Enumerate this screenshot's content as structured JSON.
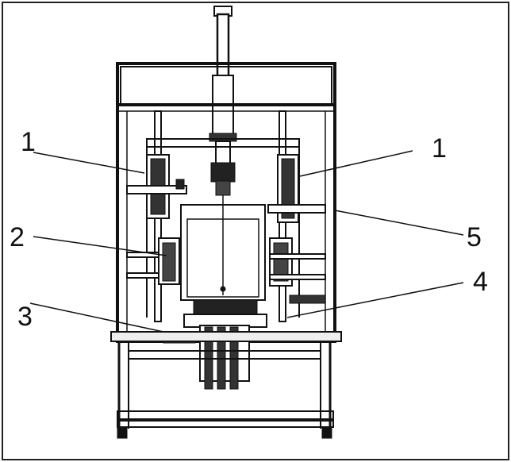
{
  "callouts": [
    {
      "id": "left-1",
      "text": "1"
    },
    {
      "id": "right-1",
      "text": "1"
    },
    {
      "id": "left-2",
      "text": "2"
    },
    {
      "id": "left-3",
      "text": "3"
    },
    {
      "id": "right-5",
      "text": "5"
    },
    {
      "id": "right-4",
      "text": "4"
    }
  ],
  "colors": {
    "line": "#111111",
    "background": "#ffffff",
    "frame_fill": "#f4f4f4"
  }
}
